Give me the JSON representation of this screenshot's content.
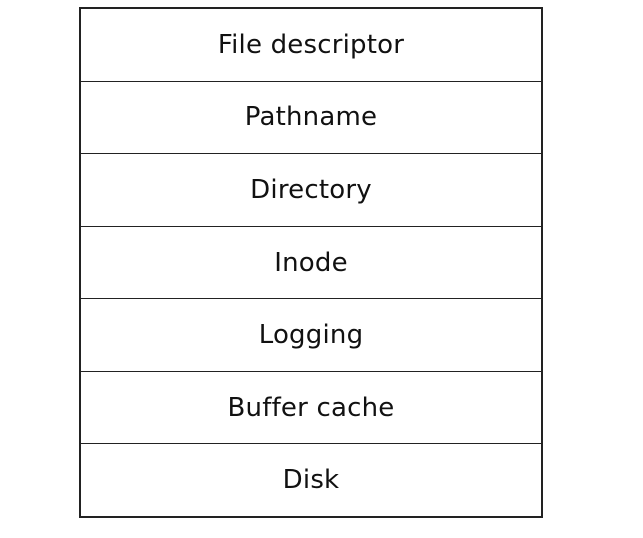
{
  "diagram": {
    "layers": [
      {
        "label": "File descriptor"
      },
      {
        "label": "Pathname"
      },
      {
        "label": "Directory"
      },
      {
        "label": "Inode"
      },
      {
        "label": "Logging"
      },
      {
        "label": "Buffer cache"
      },
      {
        "label": "Disk"
      }
    ]
  }
}
